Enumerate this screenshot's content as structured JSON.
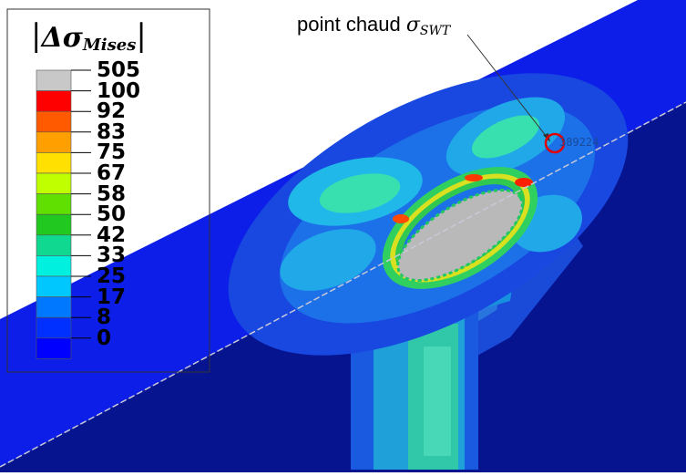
{
  "legend": {
    "title_symbol": "Δσ",
    "title_subscript": "Mises",
    "levels": [
      {
        "label": "505",
        "color": "#c8c8c8"
      },
      {
        "label": "100",
        "color": "#ff0000"
      },
      {
        "label": "92",
        "color": "#ff5a00"
      },
      {
        "label": "83",
        "color": "#ffa000"
      },
      {
        "label": "75",
        "color": "#ffe000"
      },
      {
        "label": "67",
        "color": "#c0ff00"
      },
      {
        "label": "58",
        "color": "#60e000"
      },
      {
        "label": "50",
        "color": "#20c820"
      },
      {
        "label": "42",
        "color": "#10d890"
      },
      {
        "label": "33",
        "color": "#00f0e0"
      },
      {
        "label": "25",
        "color": "#00c8ff"
      },
      {
        "label": "17",
        "color": "#0078ff"
      },
      {
        "label": "8",
        "color": "#0030ff"
      },
      {
        "label": "0",
        "color": "#0000ff"
      }
    ]
  },
  "annotation": {
    "text": "point chaud ",
    "symbol": "σ",
    "subscript": "SWT"
  },
  "node_label": "389224",
  "colors": {
    "background_field": "#0a1ae6",
    "side_face": "#08179a",
    "hot_spot_marker": "#e00000",
    "weld_core": "#b9b9b9"
  }
}
